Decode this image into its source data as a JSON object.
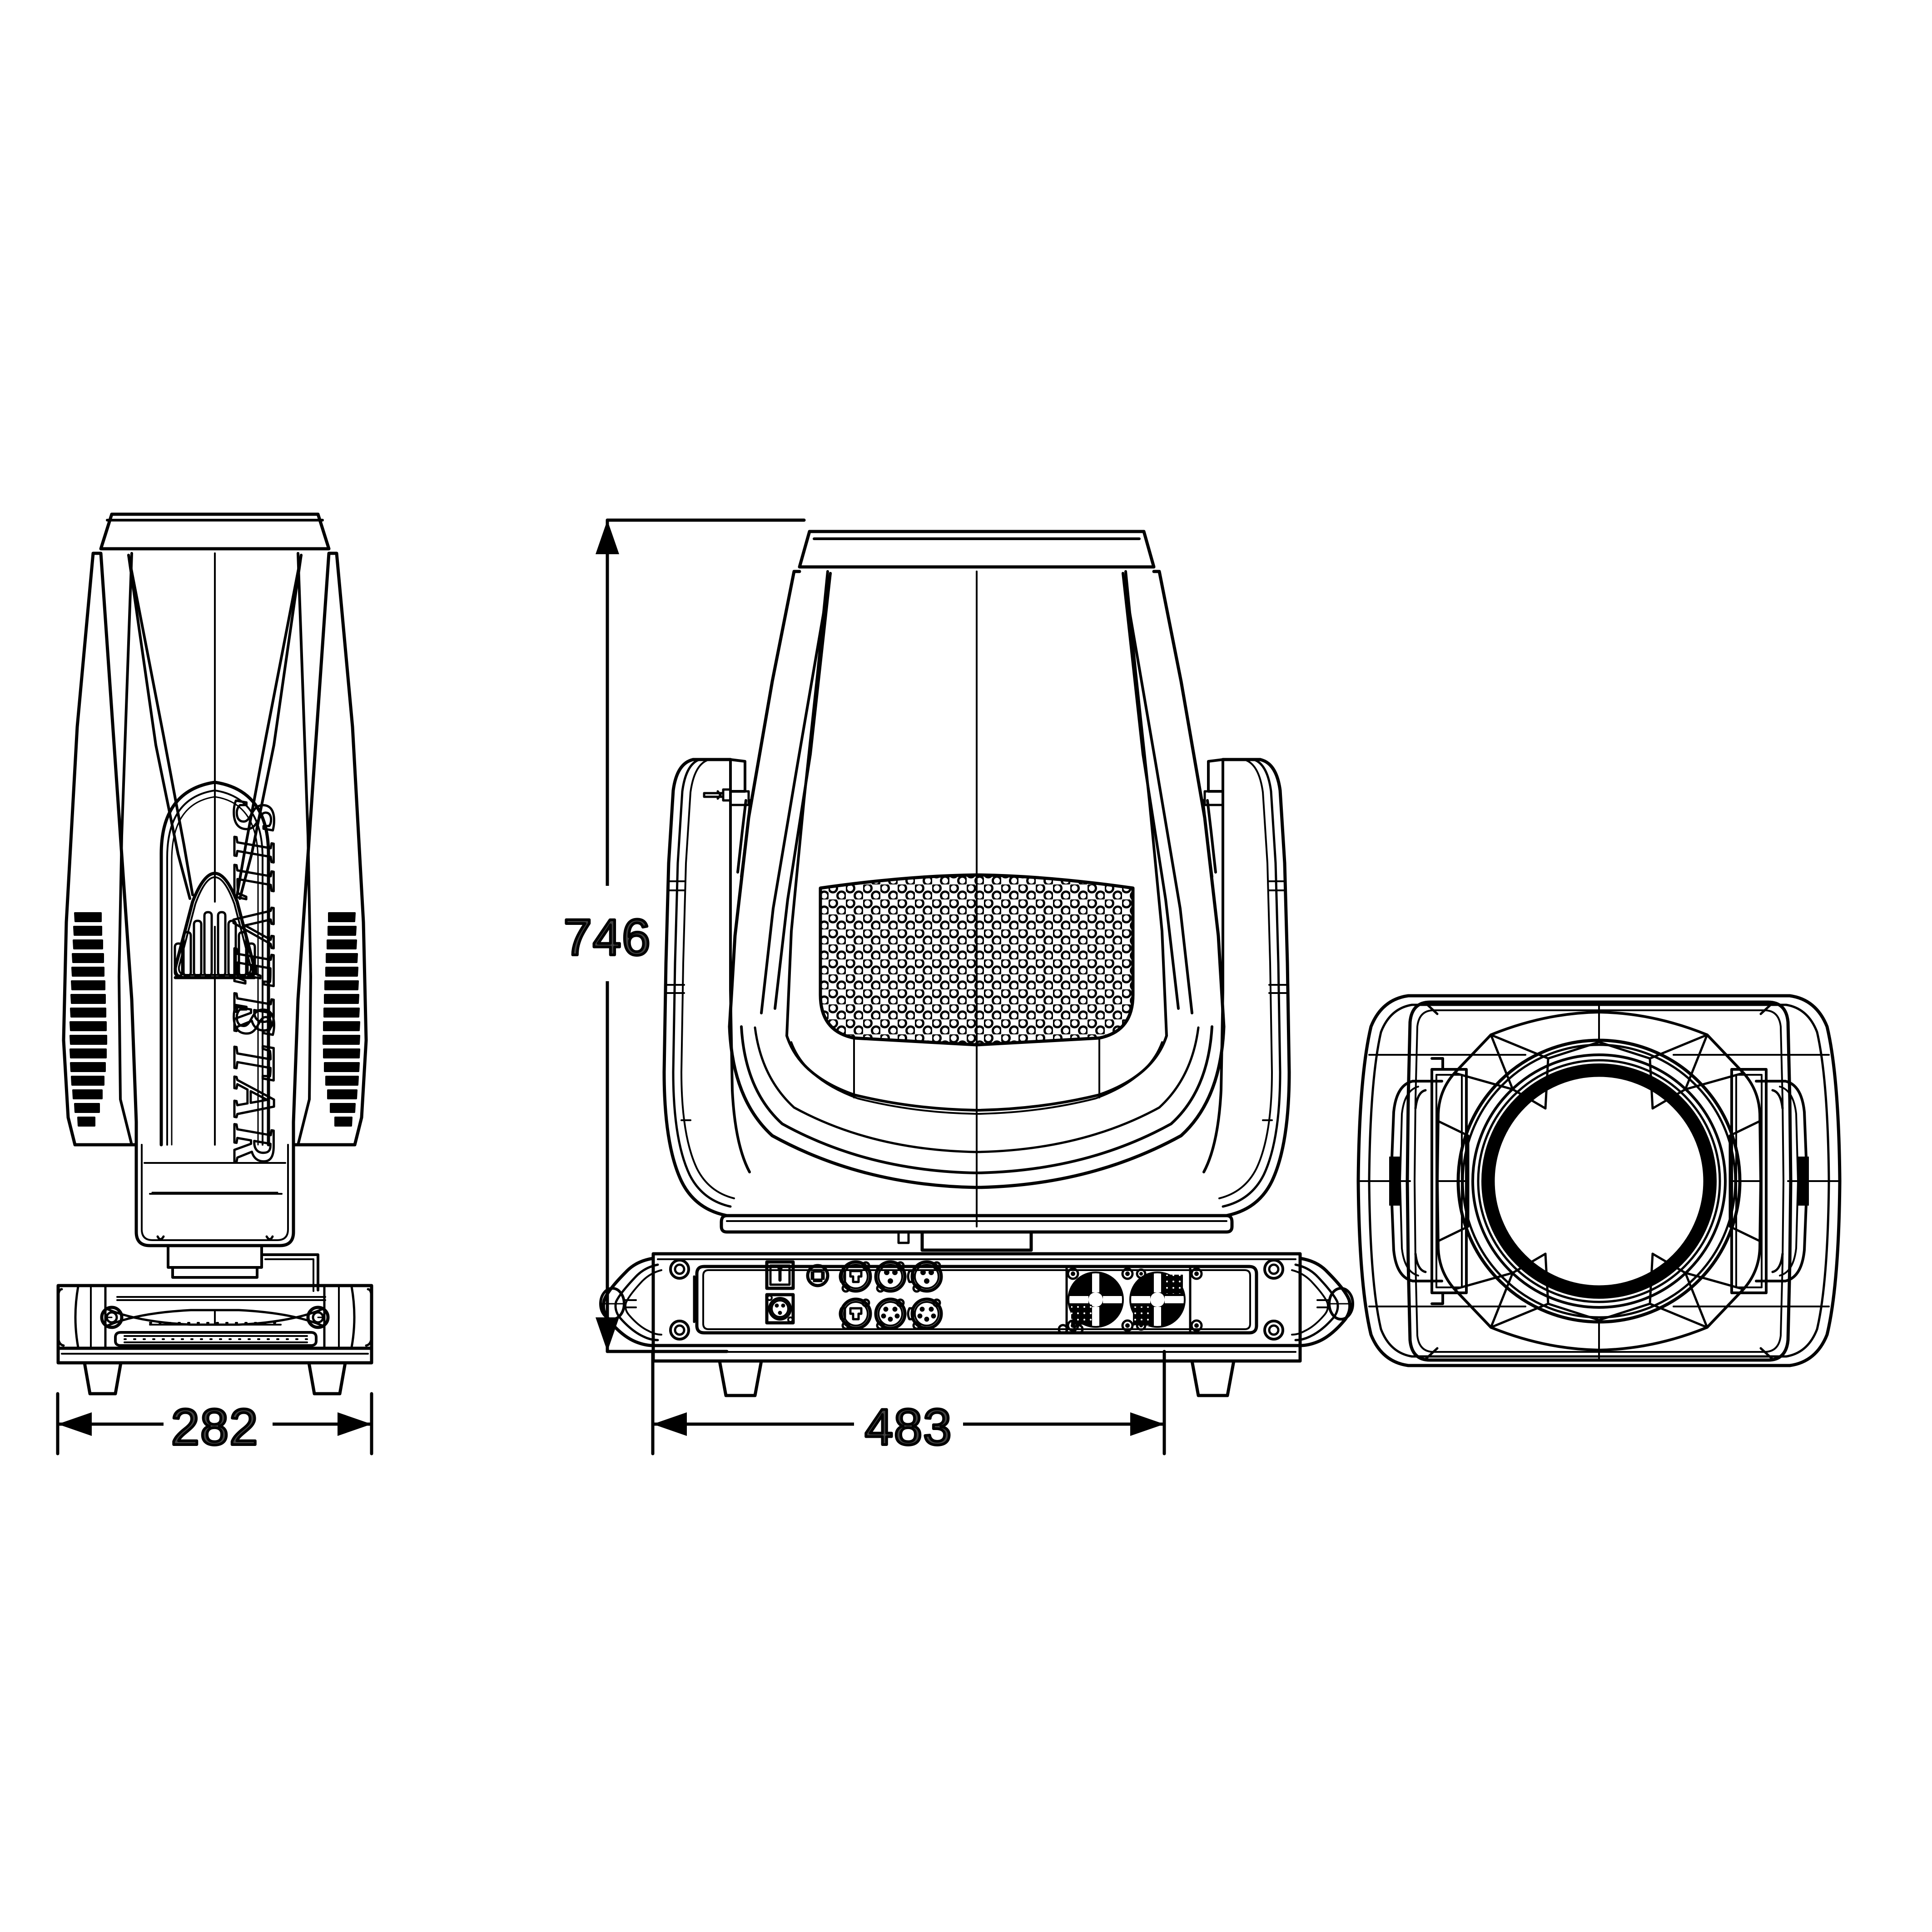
{
  "document": {
    "type": "technical-drawing",
    "subject": "moving head stage light",
    "views": [
      "side-view",
      "rear-view",
      "front-view"
    ],
    "units": "mm",
    "line_color": "#000000",
    "dimension_text_color": "#434343",
    "background_color": "#ffffff"
  },
  "dimensions": {
    "height": {
      "value": "746",
      "label": "746",
      "orientation": "vertical",
      "view": "rear-view"
    },
    "depth": {
      "value": "282",
      "label": "282",
      "orientation": "horizontal",
      "view": "side-view"
    },
    "width": {
      "value": "483",
      "label": "483",
      "orientation": "horizontal",
      "view": "rear-view"
    }
  },
  "branding": {
    "logo_line_1": "SILVER",
    "logo_line_2": "STAR",
    "logo_full": "SILVER STAR",
    "orientation": "rotated-90-clockwise",
    "style": "outlined italic serif"
  },
  "side_view": {
    "name": "side-view",
    "features": {
      "top_vent_grille": "arched louvre grille",
      "side_vent_slots_left": "horizontal louvre slots",
      "side_vent_slots_right": "horizontal louvre slots",
      "logo_panel": "SILVER STAR badge",
      "base": "base plate with handle slot and rubber feet",
      "feet_count": 2
    }
  },
  "rear_view": {
    "name": "rear-view",
    "features": {
      "mesh_grille": "perforated circular-hole mesh panel",
      "yoke_arms": 2,
      "head": "tapered head housing",
      "base_panel": "connector panel"
    },
    "connector_panel": {
      "power_switch": "rocker power switch",
      "screw": "phillips screw",
      "power_inlet": "powerCON power input",
      "connectors": [
        {
          "name": "etherCON RJ45 input",
          "type": "rj45",
          "row": "top"
        },
        {
          "name": "XLR 3-pin DMX input",
          "type": "xlr-3",
          "row": "top"
        },
        {
          "name": "XLR 3-pin DMX output",
          "type": "xlr-3",
          "row": "top"
        },
        {
          "name": "etherCON RJ45 output",
          "type": "rj45",
          "row": "bottom"
        },
        {
          "name": "XLR 5-pin DMX input",
          "type": "xlr-5",
          "row": "bottom"
        },
        {
          "name": "XLR 5-pin DMX output",
          "type": "xlr-5",
          "row": "bottom"
        }
      ],
      "fans": 2,
      "fan_blades_per_fan": 4,
      "handles": 2,
      "feet_count": 2
    }
  },
  "front_view": {
    "name": "front-view",
    "features": {
      "lens": "circular front lens with concentric bezel rings",
      "bezel": "faceted radial bezel panels",
      "side_brackets": 2,
      "housing": "rounded-square head housing"
    }
  },
  "icons": {
    "arrow_left": "arrow-left-icon",
    "arrow_right": "arrow-right-icon",
    "arrow_up": "arrow-up-icon",
    "arrow_down": "arrow-down-icon",
    "power_switch": "power-switch-icon",
    "screw": "phillips-screw-icon",
    "fan": "fan-icon",
    "xlr": "xlr-connector-icon",
    "rj45": "rj45-connector-icon",
    "powercon": "powercon-connector-icon"
  }
}
